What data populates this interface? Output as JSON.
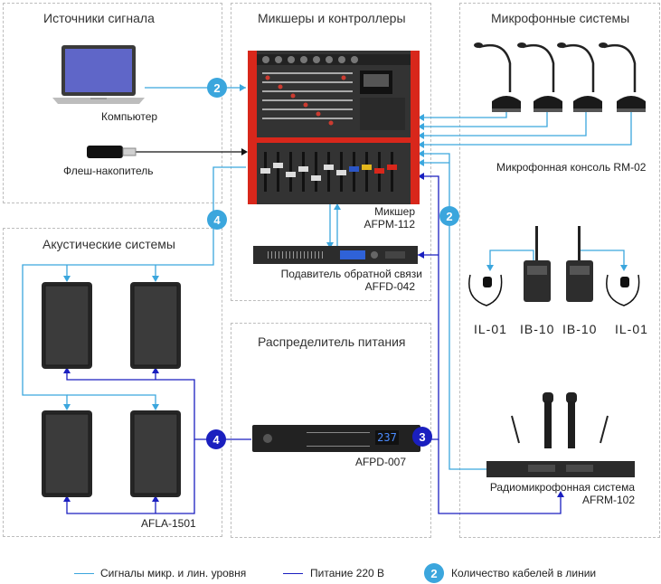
{
  "sections": {
    "sources": "Источники сигнала",
    "mixers": "Микшеры и контроллеры",
    "microphones": "Микрофонные системы",
    "speakers": "Акустические системы",
    "power": "Распределитель питания"
  },
  "devices": {
    "computer": "Компьютер",
    "flash": "Флеш-накопитель",
    "mixer_line1": "Микшер",
    "mixer_line2": "AFPM-112",
    "feedback_line1": "Подавитель обратной связи",
    "feedback_line2": "AFFD-042",
    "mic_console": "Микрофонная консоль RM-02",
    "il01_left": "IL-01",
    "ib10_left": "IB-10",
    "ib10_right": "IB-10",
    "il01_right": "IL-01",
    "power_model": "AFPD-007",
    "power_display": "237",
    "radio_line1": "Радиомикрофонная система",
    "radio_line2": "AFRM-102",
    "speaker_model": "AFLA-1501"
  },
  "badges": {
    "computer_cables": "2",
    "speaker_signal_cables": "4",
    "radio_signal_cables": "2",
    "speaker_power_cables": "4",
    "radio_power_cables": "3"
  },
  "legend": {
    "signal": "Сигналы микр. и лин. уровня",
    "power": "Питание 220 В",
    "badge_sample": "2",
    "cables": "Количество кабелей в линии"
  },
  "colors": {
    "signal": "#3ba6dd",
    "power": "#1a1fbf",
    "mixer_accent": "#d8271b"
  }
}
